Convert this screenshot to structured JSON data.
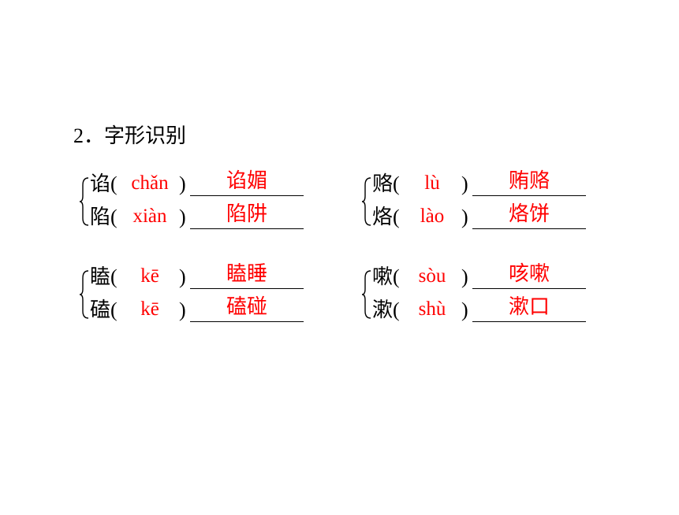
{
  "title": "2．字形识别",
  "groups": [
    {
      "rows": [
        {
          "char": "谄(",
          "pinyin": "chǎn",
          "close": ")",
          "word": "谄媚"
        },
        {
          "char": "陷(",
          "pinyin": "xiàn",
          "close": ")",
          "word": "陷阱"
        }
      ]
    },
    {
      "rows": [
        {
          "char": "赂(",
          "pinyin": "lù",
          "close": ")",
          "word": "贿赂"
        },
        {
          "char": "烙(",
          "pinyin": "lào",
          "close": ")",
          "word": "烙饼"
        }
      ]
    },
    {
      "rows": [
        {
          "char": "瞌(",
          "pinyin": "kē",
          "close": ")",
          "word": "瞌睡"
        },
        {
          "char": "磕(",
          "pinyin": "kē",
          "close": ")",
          "word": "磕碰"
        }
      ]
    },
    {
      "rows": [
        {
          "char": "嗽(",
          "pinyin": "sòu",
          "close": ")",
          "word": "咳嗽"
        },
        {
          "char": "漱(",
          "pinyin": "shù",
          "close": ")",
          "word": "漱口"
        }
      ]
    }
  ],
  "colors": {
    "answer": "#ff0000",
    "text": "#000000"
  }
}
